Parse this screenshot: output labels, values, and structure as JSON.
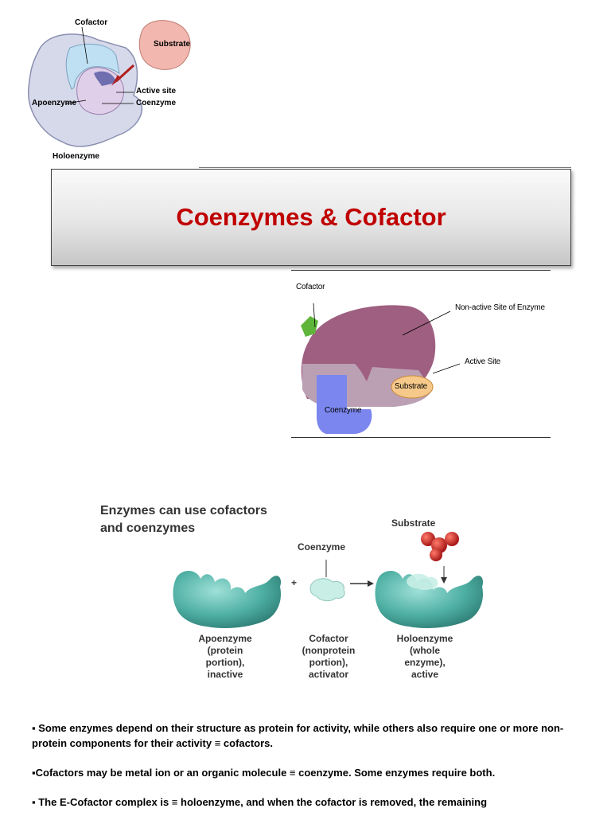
{
  "diagram_top": {
    "cofactor": "Cofactor",
    "substrate": "Substrate",
    "active_site": "Active site",
    "apoenzyme": "Apoenzyme",
    "coenzyme": "Coenzyme",
    "holoenzyme": "Holoenzyme"
  },
  "title": "Coenzymes & Cofactor",
  "diagram_mid": {
    "cofactor": "Cofactor",
    "non_active_site": "Non-active Site of Enzyme",
    "active_site": "Active Site",
    "substrate": "Substrate",
    "coenzyme": "Coenzyme"
  },
  "diagram_bottom": {
    "heading_line1": "Enzymes can use cofactors",
    "heading_line2": "and coenzymes",
    "substrate": "Substrate",
    "coenzyme": "Coenzyme",
    "plus": "+",
    "apoenzyme": [
      "Apoenzyme",
      "(protein",
      "portion),",
      "inactive"
    ],
    "cofactor": [
      "Cofactor",
      "(nonprotein",
      "portion),",
      "activator"
    ],
    "holoenzyme": [
      "Holoenzyme",
      "(whole",
      "enzyme),",
      "active"
    ]
  },
  "bullets": [
    "▪ Some enzymes depend on their structure as protein for activity, while others also require one or more non-protein components for their activity ≡ cofactors.",
    "▪Cofactors may be metal ion or an organic molecule ≡ coenzyme. Some enzymes require both.",
    "▪ The E-Cofactor complex is ≡ holoenzyme, and when the cofactor is removed, the remaining"
  ]
}
